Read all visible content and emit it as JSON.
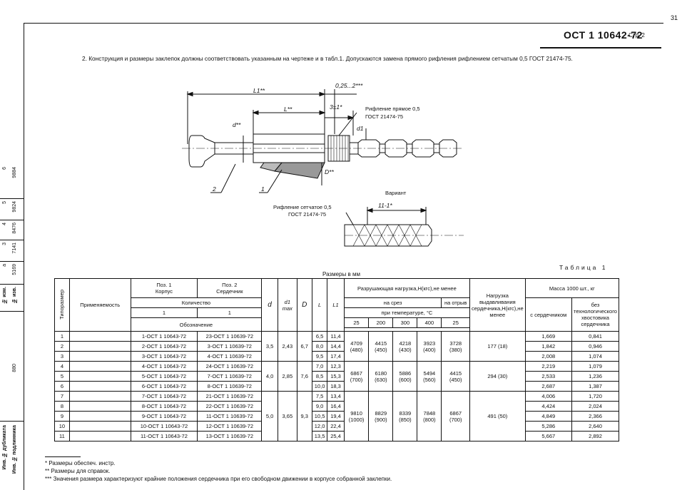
{
  "page_number": "31",
  "header": {
    "code": "ОСТ 1 10642-72",
    "page": "Стр. 2"
  },
  "paragraph": "2. Конструкция и размеры заклепок должны соответствовать указанным на чертеже и в табл.1. Допускаются замена прямого рифления рифлением сетчатым 0,5 ГОСТ 21474-75.",
  "drawing": {
    "dim_L1": "L1**",
    "dim_L": "L**",
    "dim_gap": "0,25...2***",
    "dim_3": "3±1*",
    "dim_d": "d**",
    "dim_d1": "d1",
    "dim_D": "D**",
    "knurl_note_1": "Рифление прямое 0,5",
    "knurl_note_2": "ГОСТ 21474-75",
    "pos_2": "2",
    "pos_1": "1",
    "variant_title": "Вариант",
    "variant_note_1": "Рифление сетчатое 0,5",
    "variant_note_2": "ГОСТ 21474-75",
    "variant_dim": "11-1*"
  },
  "left_strip": {
    "inv_numbers": [
      "9884",
      "9824",
      "8476",
      "7141",
      "5169"
    ],
    "change_nums": [
      "6",
      "5",
      "4",
      "3",
      "a"
    ],
    "labels": [
      "№ изм.",
      "№ изв.",
      "880",
      "Инв. № дубликата",
      "Инв. № подлинника"
    ]
  },
  "table": {
    "title": "Таблица 1",
    "units": "Размеры в мм",
    "headers": {
      "typesize": "Типоразмер",
      "application": "Применяемость",
      "pos1": "Поз. 1",
      "pos1_name": "Корпус",
      "pos2": "Поз. 2",
      "pos2_name": "Сердечник",
      "quantity": "Количество",
      "qty1": "1",
      "qty2": "1",
      "designation": "Обозначение",
      "d": "d",
      "d1max": "d1 max",
      "D": "D",
      "L": "L",
      "L1": "L1",
      "breaking": "Разрушающая нагрузка,Н(кгс),не менее",
      "shear": "на срез",
      "tear": "на отрыв",
      "temp": "при температуре, °C",
      "t25": "25",
      "t200": "200",
      "t300": "300",
      "t400": "400",
      "t25b": "25",
      "pushout": "Нагрузка выдавливания сердечника,Н(кгс),не менее",
      "mass": "Масса 1000 шт., кг",
      "mass_with": "с сердечником",
      "mass_without": "без технологического хвостовика сердечника"
    },
    "rows": [
      {
        "n": "1",
        "pos1": "1-ОСТ 1 10643-72",
        "pos2": "23-ОСТ 1 10639-72",
        "L": "6,5",
        "L1": "11,4",
        "m1": "1,669",
        "m2": "0,841"
      },
      {
        "n": "2",
        "pos1": "2-ОСТ 1 10643-72",
        "pos2": "3-ОСТ 1 10639-72",
        "L": "8,0",
        "L1": "14,4",
        "m1": "1,842",
        "m2": "0,946"
      },
      {
        "n": "3",
        "pos1": "3-ОСТ 1 10643-72",
        "pos2": "4-ОСТ 1 10639-72",
        "L": "9,5",
        "L1": "17,4",
        "m1": "2,008",
        "m2": "1,074"
      },
      {
        "n": "4",
        "pos1": "4-ОСТ 1 10643-72",
        "pos2": "24-ОСТ 1 10639-72",
        "L": "7,0",
        "L1": "12,3",
        "m1": "2,219",
        "m2": "1,079"
      },
      {
        "n": "5",
        "pos1": "5-ОСТ 1 10643-72",
        "pos2": "7-ОСТ 1 10639-72",
        "L": "8,5",
        "L1": "15,3",
        "m1": "2,533",
        "m2": "1,236"
      },
      {
        "n": "6",
        "pos1": "6-ОСТ 1 10643-72",
        "pos2": "8-ОСТ 1 10639-72",
        "L": "10,0",
        "L1": "18,3",
        "m1": "2,687",
        "m2": "1,387"
      },
      {
        "n": "7",
        "pos1": "7-ОСТ 1 10643-72",
        "pos2": "21-ОСТ 1 10639-72",
        "L": "7,5",
        "L1": "13,4",
        "m1": "4,006",
        "m2": "1,720"
      },
      {
        "n": "8",
        "pos1": "8-ОСТ 1 10643-72",
        "pos2": "22-ОСТ 1 10639-72",
        "L": "9,0",
        "L1": "16,4",
        "m1": "4,424",
        "m2": "2,024"
      },
      {
        "n": "9",
        "pos1": "9-ОСТ 1 10643-72",
        "pos2": "11-ОСТ 1 10639-72",
        "L": "10,5",
        "L1": "19,4",
        "m1": "4,849",
        "m2": "2,366"
      },
      {
        "n": "10",
        "pos1": "10-ОСТ 1 10643-72",
        "pos2": "12-ОСТ 1 10639-72",
        "L": "12,0",
        "L1": "22,4",
        "m1": "5,286",
        "m2": "2,640"
      },
      {
        "n": "11",
        "pos1": "11-ОСТ 1 10643-72",
        "pos2": "13-ОСТ 1 10639-72",
        "L": "13,5",
        "L1": "25,4",
        "m1": "5,667",
        "m2": "2,892"
      }
    ],
    "groups": [
      {
        "d": "3,5",
        "d1": "2,43",
        "D": "6,7",
        "f25": "4709 (480)",
        "f200": "4415 (450)",
        "f300": "4218 (430)",
        "f400": "3923 (400)",
        "fo": "3728 (380)",
        "push": "177 (18)"
      },
      {
        "d": "4,0",
        "d1": "2,85",
        "D": "7,6",
        "f25": "6867 (700)",
        "f200": "6180 (630)",
        "f300": "5886 (600)",
        "f400": "5494 (560)",
        "fo": "4415 (450)",
        "push": "294 (30)"
      },
      {
        "d": "5,0",
        "d1": "3,65",
        "D": "9,3",
        "f25": "9810 (1000)",
        "f200": "8829 (900)",
        "f300": "8339 (850)",
        "f400": "7848 (800)",
        "fo": "6867 (700)",
        "push": "491 (50)"
      }
    ]
  },
  "notes": [
    {
      "mark": "*",
      "text": "Размеры обеспеч. инстр."
    },
    {
      "mark": "**",
      "text": "Размеры для справок."
    },
    {
      "mark": "***",
      "text": "Значения размера характеризуют крайние положения сердечника при его свободном движении в корпусе собранной заклепки."
    }
  ]
}
